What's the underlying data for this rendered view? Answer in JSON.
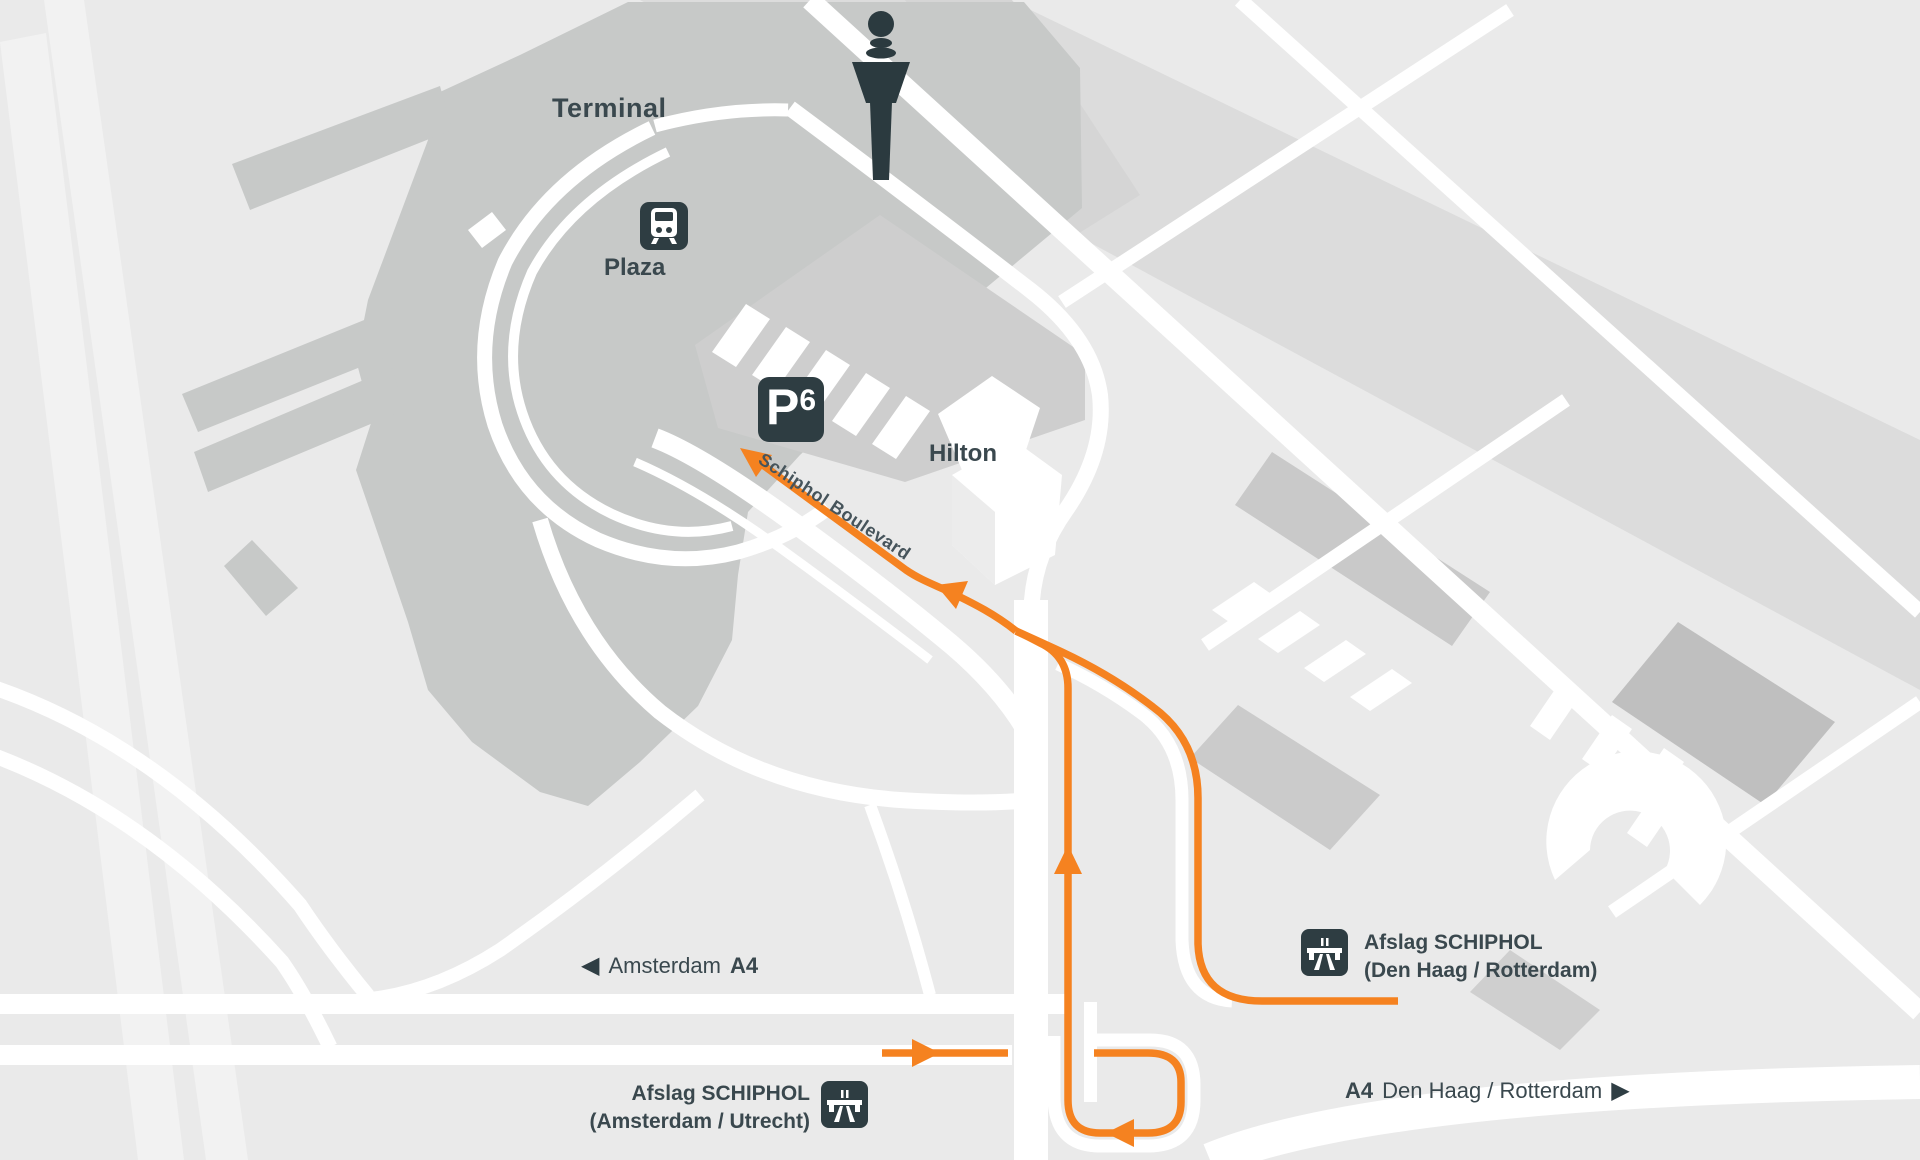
{
  "map": {
    "labels": {
      "terminal": "Terminal",
      "plaza": "Plaza",
      "hilton": "Hilton",
      "boulevard": "Schiphol Boulevard"
    },
    "parking_sign": {
      "letter": "P",
      "number": "6"
    },
    "directions": {
      "west": {
        "arrow": "◀",
        "city": "Amsterdam",
        "road": "A4"
      },
      "east": {
        "road": "A4",
        "city": "Den Haag / Rotterdam",
        "arrow": "▶"
      },
      "exit_east": {
        "line1": "Afslag SCHIPHOL",
        "line2": "(Den Haag / Rotterdam)"
      },
      "exit_south": {
        "line1": "Afslag SCHIPHOL",
        "line2": "(Amsterdam / Utrecht)"
      }
    },
    "icons": {
      "train_station": "train-station-icon",
      "motorway": "motorway-icon",
      "control_tower": "control-tower-icon"
    },
    "colors": {
      "route_orange": "#F58220",
      "label_slate": "#3A484E",
      "icon_dark": "#2E3D42",
      "terminal_gray": "#C7C9C8",
      "road_white": "#FFFFFF",
      "background": "#EAEAEA"
    }
  }
}
